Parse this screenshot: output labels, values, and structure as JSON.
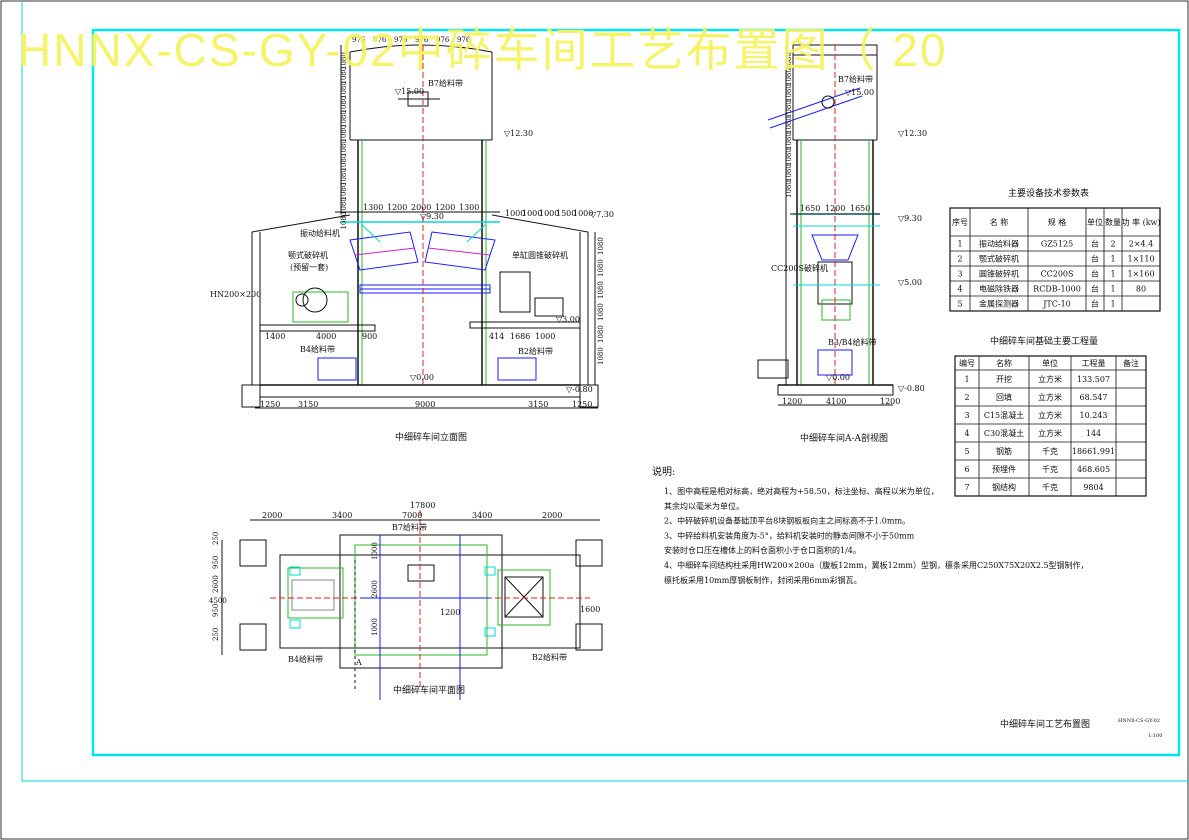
{
  "banner": "HNNX-CS-GY-02中碎车间工艺布置图（ 20",
  "colors": {
    "cyan": "#00e5ee",
    "blue": "#1a1aff",
    "green": "#2ab82a",
    "red": "#e02020",
    "magenta": "#d020d0",
    "black": "#111111",
    "banner": "#f7f25c"
  },
  "elevation_view": {
    "title": "中细碎车间立面图",
    "top_dims": [
      "976",
      "976",
      "976",
      "976",
      "976",
      "976"
    ],
    "vert_dims": [
      "1080",
      "1080",
      "1080",
      "1080",
      "1080",
      "1080",
      "1080",
      "1080",
      "1080",
      "1080",
      "1080",
      "1080"
    ],
    "crane_label": "B7给料带",
    "level_1500": "▽15.00",
    "level_1230": "▽12.30",
    "level_930": "▽9.30",
    "level_730": "▽7.30",
    "level_300": "▽3.00",
    "level_000": "▽0.00",
    "level_n080": "▽-0.80",
    "top_row_dims": [
      "1300",
      "1200",
      "2000",
      "1200",
      "1300"
    ],
    "right_row_dims": [
      "1000",
      "1000",
      "1000",
      "1500",
      "1000"
    ],
    "label_feeder": "振动给料机",
    "label_crusher": "颚式破碎机",
    "label_crusher_sub": "(预留一套)",
    "label_cone": "单缸圆锥破碎机",
    "label_beam": "HN200×200",
    "dim_1400": "1400",
    "dim_4000": "4000",
    "dim_900": "900",
    "dim_414": "414",
    "dim_1686": "1686",
    "dim_1000": "1000",
    "label_b4": "B4给料带",
    "label_b2": "B2给料带",
    "right_vert_dims": [
      "1080",
      "1080",
      "1080",
      "1080",
      "1080",
      "1080"
    ],
    "bottom_dims": [
      "1250",
      "3150",
      "9000",
      "3150",
      "1250"
    ]
  },
  "section_view": {
    "title": "中细碎车间A-A剖视图",
    "crane_label": "B7给料带",
    "level_1500": "▽15.00",
    "level_1230": "▽12.30",
    "level_930": "▽9.30",
    "level_500": "▽5.00",
    "level_000": "▽0.00",
    "level_n080": "▽-0.80",
    "top_dims": [
      "1650",
      "1200",
      "1650"
    ],
    "label_cone": "CC200S破碎机",
    "label_b3": "B3/B4给料带",
    "bottom_dims": [
      "1200",
      "4100",
      "1200"
    ],
    "vert_dims": [
      "1080",
      "1080",
      "1080",
      "1080",
      "1080",
      "1080",
      "1080",
      "1080",
      "1080"
    ]
  },
  "equipment_table": {
    "title": "主要设备技术参数表",
    "headers": [
      "序号",
      "名 称",
      "规 格",
      "单位",
      "数量",
      "功 率 (kw)"
    ],
    "rows": [
      [
        "1",
        "振动给料器",
        "GZ5125",
        "台",
        "2",
        "2×4.4"
      ],
      [
        "2",
        "颚式破碎机",
        "",
        "台",
        "1",
        "1×110"
      ],
      [
        "3",
        "圆锥破碎机",
        "CC200S",
        "台",
        "1",
        "1×160"
      ],
      [
        "4",
        "电磁除铁器",
        "RCDB-1000",
        "台",
        "1",
        "80"
      ],
      [
        "5",
        "金属探测器",
        "JTC-10",
        "台",
        "1",
        ""
      ]
    ]
  },
  "quantity_table": {
    "title": "中细碎车间基础主要工程量",
    "headers": [
      "编号",
      "名称",
      "单位",
      "工程量",
      "备注"
    ],
    "rows": [
      [
        "1",
        "开挖",
        "立方米",
        "133.507",
        ""
      ],
      [
        "2",
        "回填",
        "立方米",
        "68.547",
        ""
      ],
      [
        "3",
        "C15混凝土",
        "立方米",
        "10.243",
        ""
      ],
      [
        "4",
        "C30混凝土",
        "立方米",
        "144",
        ""
      ],
      [
        "5",
        "钢筋",
        "千克",
        "18661.991",
        ""
      ],
      [
        "6",
        "预埋件",
        "千克",
        "468.605",
        ""
      ],
      [
        "7",
        "钢结构",
        "千克",
        "9804",
        ""
      ]
    ]
  },
  "notes": {
    "heading": "说明:",
    "lines": [
      "1、图中高程是相对标高，绝对高程为+58.50，标注坐标、高程以米为单位，",
      "   其余均以毫米为单位。",
      "2、中碎破碎机设备基础顶平台8块钢板板向主之间标高不于1.0mm。",
      "3、中碎给料机安装角度为-5°，给料机安装时的静态间隙不小于50mm",
      "   安装时仓口压在槽体上的料仓面积小于仓口面积的1/4。",
      "4、中细碎车间结构柱采用HW200×200a（腹板12mm，翼板12mm）型钢，檩条采用C250X75X20X2.5型钢制作，",
      "   檩托板采用10mm厚钢板制作，封闭采用6mm彩钢瓦。"
    ]
  },
  "plan_view": {
    "title": "中细碎车间平面图",
    "top_dims": [
      "2000",
      "3400",
      "7000",
      "3400",
      "2000"
    ],
    "total_dim": "17800",
    "label_b7": "B7给料带",
    "left_dims": [
      "250",
      "950",
      "2600",
      "950",
      "250"
    ],
    "total_left": "4500",
    "center_dims": [
      "1000",
      "2600",
      "1000"
    ],
    "dim_1200": "1200",
    "dim_1600": "1600",
    "label_b4": "B4给料带",
    "label_b2": "B2给料带",
    "section_mark": "A"
  },
  "title_block": {
    "title": "中细碎车间工艺布置图",
    "drawing_no": "HNNX-CS-GY-02",
    "scale": "1:100"
  }
}
